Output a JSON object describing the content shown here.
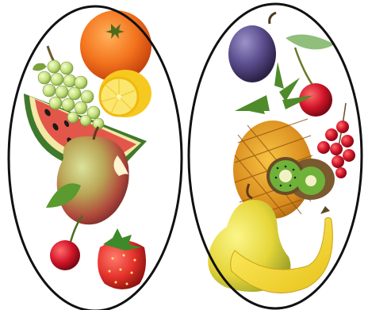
{
  "diagram": {
    "type": "venn",
    "sets": [
      {
        "side": "left",
        "items": [
          "orange",
          "grapes",
          "lemon",
          "watermelon",
          "apple",
          "cherry",
          "strawberry"
        ]
      },
      {
        "side": "right",
        "items": [
          "plum",
          "cherry",
          "pineapple",
          "red currants",
          "kiwi",
          "pear",
          "banana"
        ]
      }
    ],
    "intersection_items": []
  },
  "colors": {
    "outline": "#111111",
    "background": "#ffffff"
  }
}
